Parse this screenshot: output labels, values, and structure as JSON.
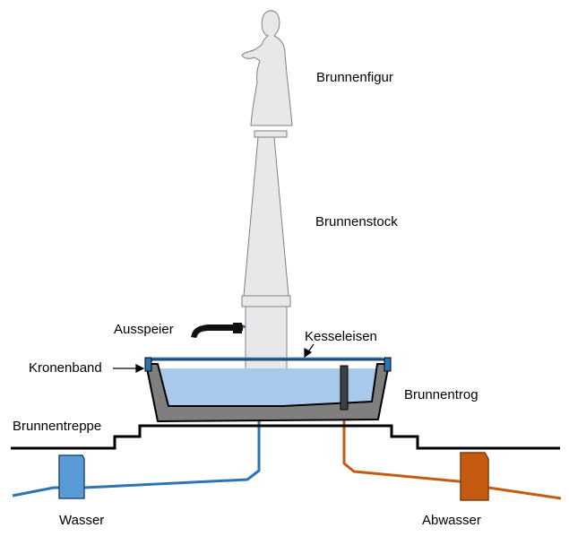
{
  "labels": {
    "brunnenfigur": "Brunnenfigur",
    "brunnenstock": "Brunnenstock",
    "ausspeier": "Ausspeier",
    "kesseleisen": "Kesseleisen",
    "kronenband": "Kronenband",
    "brunnentrog": "Brunnentrog",
    "brunnentreppe": "Brunnentreppe",
    "wasser": "Wasser",
    "abwasser": "Abwasser"
  },
  "colors": {
    "stone_light": "#e8e8e8",
    "trough_gray": "#7f7f7f",
    "water": "#a9c9ec",
    "fresh_water_pipe": "#2e74b5",
    "fresh_water_box": "#5b9bd5",
    "waste_water_pipe": "#c55a11",
    "waste_water_box": "#c55a11",
    "outline": "#000000"
  }
}
